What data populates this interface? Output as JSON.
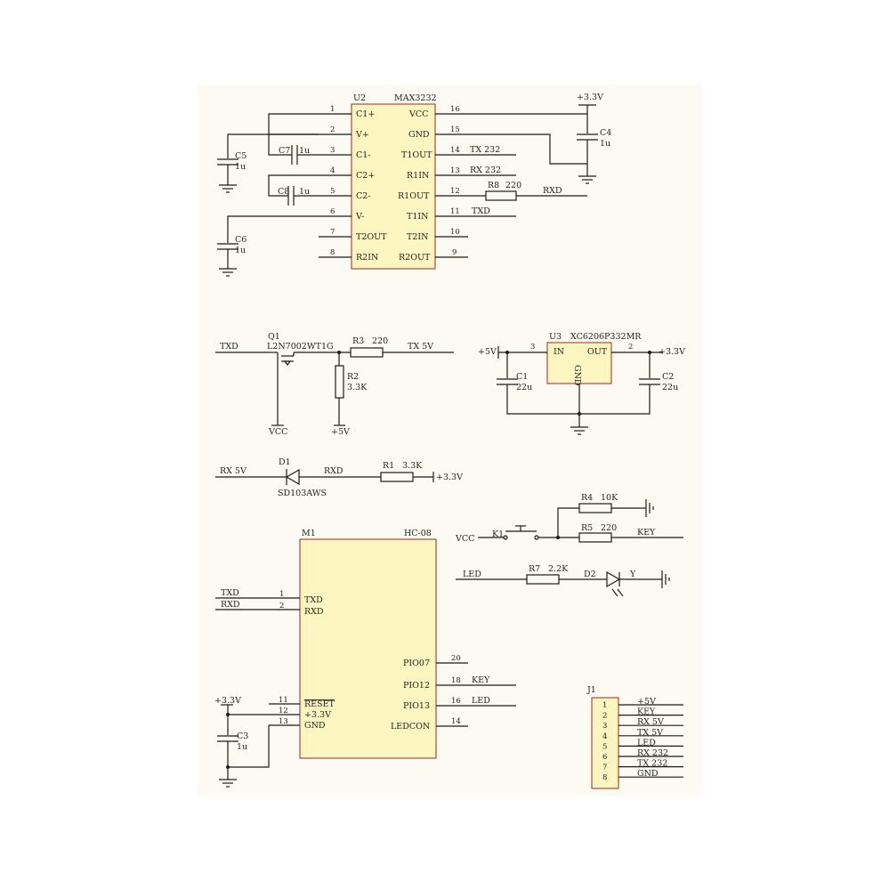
{
  "u2": {
    "ref": "U2",
    "part": "MAX3232",
    "left_pins": [
      {
        "num": "1",
        "name": "C1+"
      },
      {
        "num": "2",
        "name": "V+"
      },
      {
        "num": "3",
        "name": "C1-"
      },
      {
        "num": "4",
        "name": "C2+"
      },
      {
        "num": "5",
        "name": "C2-"
      },
      {
        "num": "6",
        "name": "V-"
      },
      {
        "num": "7",
        "name": "T2OUT"
      },
      {
        "num": "8",
        "name": "R2IN"
      }
    ],
    "right_pins": [
      {
        "num": "16",
        "name": "VCC"
      },
      {
        "num": "15",
        "name": "GND"
      },
      {
        "num": "14",
        "name": "T1OUT"
      },
      {
        "num": "13",
        "name": "R1IN"
      },
      {
        "num": "12",
        "name": "R1OUT"
      },
      {
        "num": "11",
        "name": "T1IN"
      },
      {
        "num": "10",
        "name": "T2IN"
      },
      {
        "num": "9",
        "name": "R2OUT"
      }
    ],
    "net_tx232": "TX 232",
    "net_rx232": "RX 232",
    "net_txd": "TXD",
    "net_rxd": "RXD",
    "net_3v3": "+3.3V",
    "r8_ref": "R8",
    "r8_val": "220",
    "c4_ref": "C4",
    "c4_val": "1u",
    "c5_ref": "C5",
    "c5_val": "1u",
    "c6_ref": "C6",
    "c6_val": "1u",
    "c7_ref": "C7",
    "c7_val": "1u",
    "c8_ref": "C8",
    "c8_val": "1u"
  },
  "q1": {
    "net_txd": "TXD",
    "ref": "Q1",
    "part": "L2N7002WT1G",
    "r3_ref": "R3",
    "r3_val": "220",
    "net_tx5v": "TX 5V",
    "r2_ref": "R2",
    "r2_val": "3.3K",
    "net_vcc": "VCC",
    "net_5v": "+5V"
  },
  "u3": {
    "ref": "U3",
    "part": "XC6206P332MR",
    "pin_in_num": "3",
    "pin_out_num": "2",
    "pin_in": "IN",
    "pin_out": "OUT",
    "pin_gnd": "GND",
    "net_5v": "+5V",
    "net_3v3": "+3.3V",
    "c1_ref": "C1",
    "c1_val": "22u",
    "c2_ref": "C2",
    "c2_val": "22u"
  },
  "d1": {
    "net_rx5v": "RX 5V",
    "ref": "D1",
    "part": "SD103AWS",
    "net_rxd": "RXD",
    "r1_ref": "R1",
    "r1_val": "3.3K",
    "net_3v3": "+3.3V"
  },
  "key": {
    "r4_ref": "R4",
    "r4_val": "10K",
    "net_vcc": "VCC",
    "k1_ref": "K1",
    "r5_ref": "R5",
    "r5_val": "220",
    "net_key": "KEY"
  },
  "led": {
    "net_led": "LED",
    "r7_ref": "R7",
    "r7_val": "2.2K",
    "d2_ref": "D2",
    "d2_color": "Y"
  },
  "m1": {
    "ref": "M1",
    "part": "HC-08",
    "net_txd": "TXD",
    "net_rxd": "RXD",
    "pin1_num": "1",
    "pin1_name": "TXD",
    "pin2_num": "2",
    "pin2_name": "RXD",
    "pin20_num": "20",
    "pin20_name": "PIO07",
    "pin18_num": "18",
    "pin18_name": "PIO12",
    "net_key": "KEY",
    "pin16_num": "16",
    "pin16_name": "PIO13",
    "net_led": "LED",
    "pin14_num": "14",
    "pin14_name": "LEDCON",
    "pin11_num": "11",
    "pin11_name": "RESET",
    "pin12_num": "12",
    "pin12_name": "+3.3V",
    "pin13_num": "13",
    "pin13_name": "GND",
    "net_3v3": "+3.3V",
    "c3_ref": "C3",
    "c3_val": "1u"
  },
  "j1": {
    "ref": "J1",
    "pins": [
      {
        "num": "1",
        "net": "+5V"
      },
      {
        "num": "2",
        "net": "KEY"
      },
      {
        "num": "3",
        "net": "RX 5V"
      },
      {
        "num": "4",
        "net": "TX 5V"
      },
      {
        "num": "5",
        "net": "LED"
      },
      {
        "num": "6",
        "net": "RX 232"
      },
      {
        "num": "7",
        "net": "TX 232"
      },
      {
        "num": "8",
        "net": "GND"
      }
    ]
  }
}
